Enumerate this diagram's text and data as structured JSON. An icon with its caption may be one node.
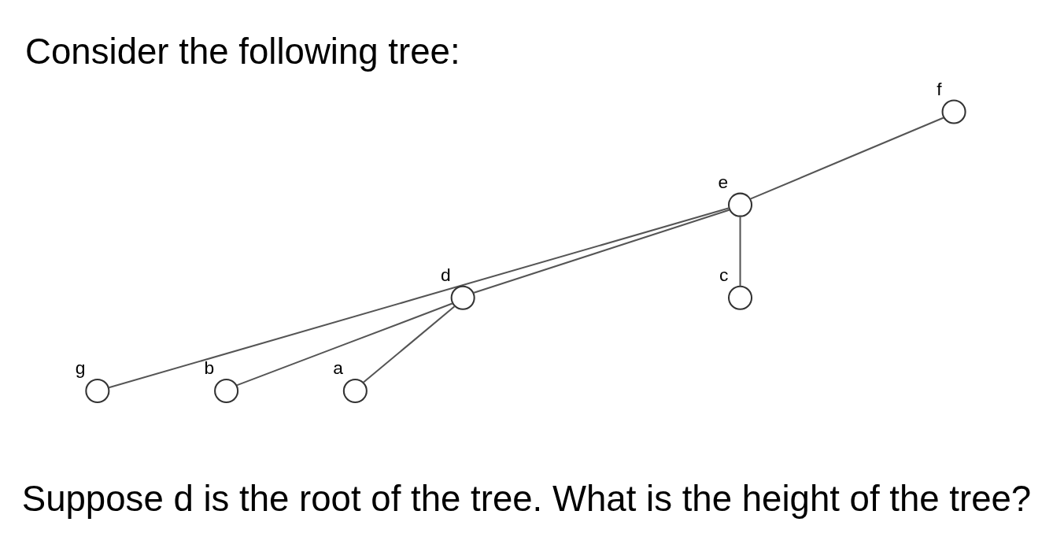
{
  "diagram": {
    "title": "Consider the following tree:",
    "caption": "Suppose d is the root of the tree. What is the height of the tree?",
    "nodes": [
      {
        "text": [],
        "shape": "circle",
        "beside": [
          "g"
        ]
      },
      {
        "text": [],
        "shape": "circle",
        "beside": [
          "f"
        ]
      },
      {
        "text": [],
        "shape": "circle",
        "beside": [
          "e"
        ]
      },
      {
        "text": [],
        "shape": "circle",
        "beside": [
          "d"
        ]
      },
      {
        "text": [],
        "shape": "circle",
        "beside": [
          "c"
        ]
      },
      {
        "text": [],
        "shape": "circle",
        "beside": [
          "b"
        ]
      },
      {
        "text": [],
        "shape": "circle",
        "beside": [
          "a"
        ]
      }
    ],
    "edges": [
      {
        "from": 1,
        "to": 2,
        "arrow": "none"
      },
      {
        "from": 2,
        "to": 0,
        "arrow": "none"
      },
      {
        "from": 2,
        "to": 3,
        "arrow": "none"
      },
      {
        "from": 2,
        "to": 4,
        "arrow": "none"
      },
      {
        "from": 3,
        "to": 5,
        "arrow": "none"
      },
      {
        "from": 3,
        "to": 6,
        "arrow": "none"
      }
    ]
  }
}
